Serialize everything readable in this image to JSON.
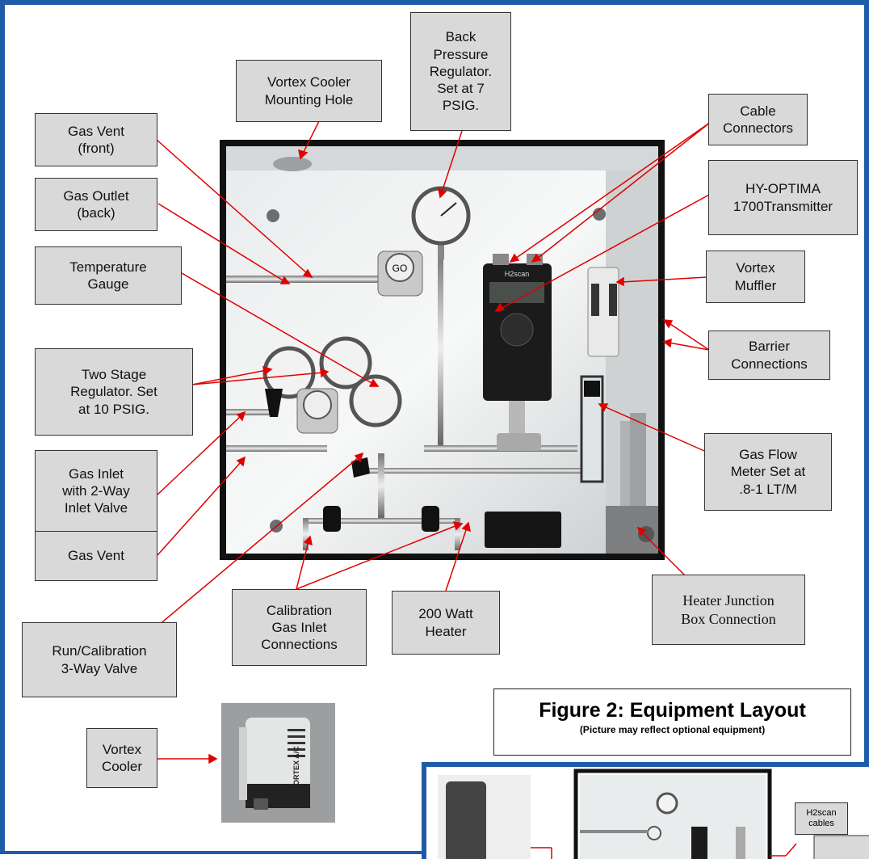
{
  "figure": {
    "title": "Figure 2: Equipment Layout",
    "subtitle": "(Picture may reflect optional equipment)"
  },
  "callouts": {
    "vortex_mounting_hole": "Vortex Cooler\nMounting Hole",
    "gas_vent_front": "Gas Vent\n(front)",
    "gas_outlet_back": "Gas Outlet\n(back)",
    "temperature_gauge": "Temperature\nGauge",
    "two_stage_regulator": "Two Stage\nRegulator.  Set\nat 10 PSIG.",
    "gas_inlet": "Gas Inlet\nwith 2-Way\nInlet Valve",
    "gas_vent": "Gas Vent",
    "run_calibration_valve": "Run/Calibration\n3-Way Valve",
    "back_pressure_regulator": "Back\nPressure\nRegulator.\nSet at 7\nPSIG.",
    "cable_connectors": "Cable\nConnectors",
    "hy_optima": "HY-OPTIMA\n1700Transmitter",
    "vortex_muffler": "Vortex\nMuffler",
    "barrier_connections": "Barrier\nConnections",
    "gas_flow_meter": "Gas Flow\nMeter Set at\n.8-1 LT/M",
    "heater_junction_box": "Heater Junction\nBox Connection",
    "heater_200w": "200 Watt\nHeater",
    "calibration_gas_inlet": "Calibration\nGas Inlet\nConnections",
    "vortex_cooler": "Vortex\nCooler"
  },
  "photo_labels": {
    "transmitter_brand": "H2scan",
    "cooler_brand": "VORTEX A/C",
    "regulator_mark": "GO"
  },
  "inset": {
    "cables_label": "H2scan\ncables"
  },
  "colors": {
    "frame_blue": "#1f5ba8",
    "leader_red": "#e00000",
    "callout_fill": "#d9d9d9"
  }
}
